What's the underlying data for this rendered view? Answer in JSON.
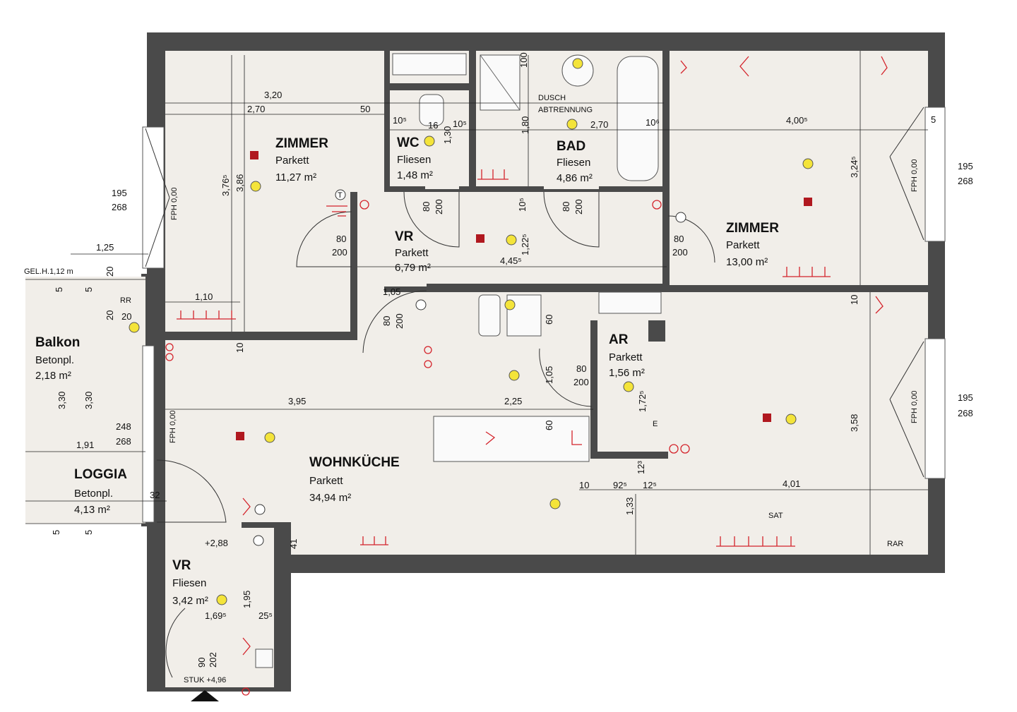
{
  "rooms": {
    "zimmer1": {
      "name": "ZIMMER",
      "floor": "Parkett",
      "area": "11,27 m²"
    },
    "wc": {
      "name": "WC",
      "floor": "Fliesen",
      "area": "1,48 m²"
    },
    "bad": {
      "name": "BAD",
      "floor": "Fliesen",
      "area": "4,86 m²"
    },
    "zimmer2": {
      "name": "ZIMMER",
      "floor": "Parkett",
      "area": "13,00 m²"
    },
    "vr1": {
      "name": "VR",
      "floor": "Parkett",
      "area": "6,79 m²"
    },
    "balkon": {
      "name": "Balkon",
      "floor": "Betonpl.",
      "area": "2,18 m²"
    },
    "loggia": {
      "name": "LOGGIA",
      "floor": "Betonpl.",
      "area": "4,13 m²"
    },
    "wohnkueche": {
      "name": "WOHNKÜCHE",
      "floor": "Parkett",
      "area": "34,94 m²"
    },
    "ar": {
      "name": "AR",
      "floor": "Parkett",
      "area": "1,56 m²"
    },
    "vr2": {
      "name": "VR",
      "floor": "Fliesen",
      "area": "3,42 m²"
    }
  },
  "labels": {
    "dusch1": "DUSCH",
    "dusch2": "ABTRENNUNG",
    "gel": "GEL.H.1,12 m",
    "rr": "RR",
    "rar": "RAR",
    "sat": "SAT",
    "stuk": "STUK +4,96",
    "level": "+2,88",
    "fph1": "FPH 0,00",
    "fph2": "FPH 0,00",
    "fph3": "FPH 0,00",
    "fph4": "FPH 0,00",
    "t": "T",
    "e": "E"
  },
  "dims": {
    "d320": "3,20",
    "d270a": "2,70",
    "d50": "50",
    "d105a": "10⁵",
    "d16": "16",
    "d105b": "10⁵",
    "d100": "100",
    "d270b": "2,70",
    "d106": "10⁶",
    "d4005": "4,00⁵",
    "d5": "5",
    "d130": "1,30",
    "d180": "1,80",
    "d3765": "3,76⁵",
    "d386": "3,86",
    "d3245": "3,24⁵",
    "w195a": "195",
    "w268a": "268",
    "w195b": "195",
    "w268b": "268",
    "w195c": "195",
    "w268c": "268",
    "d80a": "80",
    "d200a": "200",
    "d80b": "80",
    "d200b": "200",
    "d105c": "10⁵",
    "d80c": "80",
    "d200c": "200",
    "d80d": "80",
    "d200d": "200",
    "d1225": "1,22⁵",
    "d4455": "4,45⁵",
    "d125": "1,25",
    "d20a": "20",
    "d5a": "5",
    "d5b": "5",
    "d110": "1,10",
    "d20b": "20",
    "d20c": "20",
    "d105d": "1,05",
    "d80e": "80",
    "d200e": "200",
    "d10a": "10",
    "d10b": "10",
    "d60a": "60",
    "d395": "3,95",
    "d225": "2,25",
    "d105e": "1,05",
    "d80f": "80",
    "d200f": "200",
    "d1725": "1,72⁵",
    "d358": "3,58",
    "d60b": "60",
    "d330a": "3,30",
    "d330b": "3,30",
    "d248": "248",
    "d268d": "268",
    "d191": "1,91",
    "d32": "32",
    "d5c": "5",
    "d5d": "5",
    "d10c": "10",
    "d925": "92⁵",
    "d125b": "12⁵",
    "d401": "4,01",
    "d123": "12³",
    "d133": "1,33",
    "d41": "41",
    "d195": "1,95",
    "d1695": "1,69⁵",
    "d255": "25⁵",
    "d90": "90",
    "d202": "202"
  }
}
